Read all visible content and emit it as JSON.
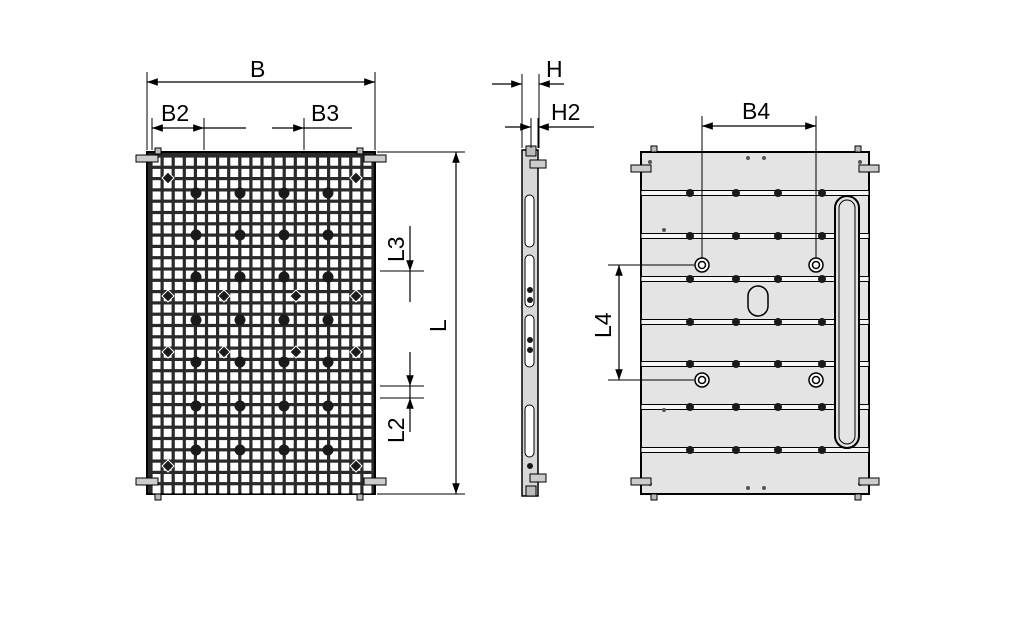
{
  "dimensions": {
    "B": "B",
    "B2": "B2",
    "B3": "B3",
    "B4": "B4",
    "H": "H",
    "H2": "H2",
    "L": "L",
    "L2": "L2",
    "L3": "L3",
    "L4": "L4"
  },
  "colors": {
    "line": "#000000",
    "plate_fill": "#e4e4e4",
    "grid_fill": "#ffffff",
    "hole_fill": "#1a1a1a",
    "side_fill": "#d8d8d8"
  }
}
